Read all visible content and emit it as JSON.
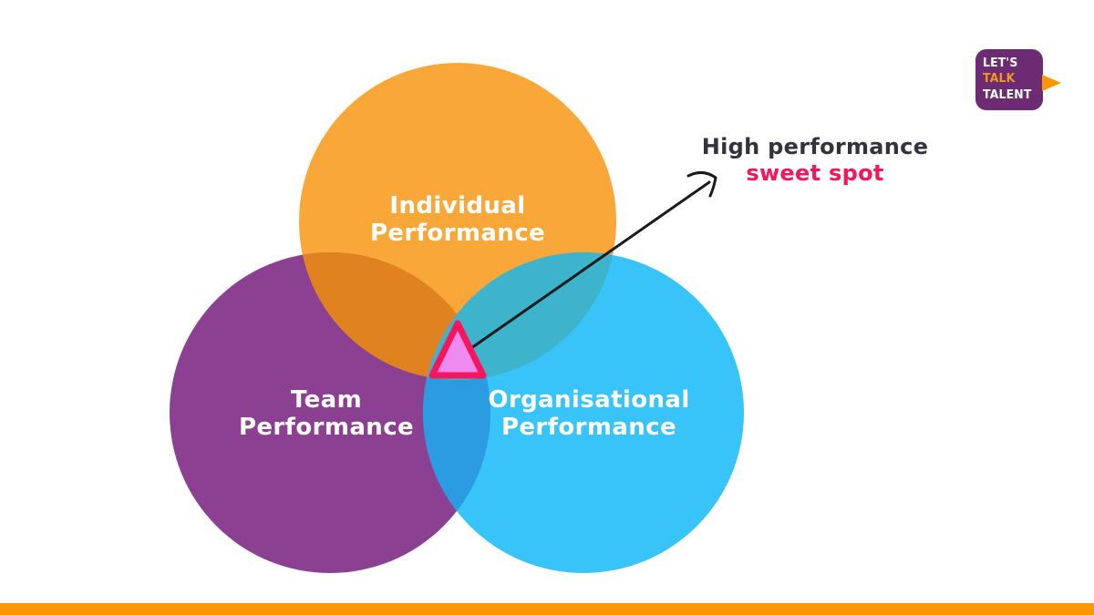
{
  "page": {
    "background": "#FFFFFF",
    "footer_bar_color": "#FB9800"
  },
  "venn": {
    "label_color": "#FFFFFF",
    "circles": [
      {
        "id": "individual",
        "label_line1": "Individual",
        "label_line2": "Performance",
        "color": "#F9A738"
      },
      {
        "id": "team",
        "label_line1": "Team",
        "label_line2": "Performance",
        "color": "#8C4092"
      },
      {
        "id": "organisational",
        "label_line1": "Organisational",
        "label_line2": "Performance",
        "color": "#38C4F8"
      }
    ],
    "overlap_colors": {
      "individual_team": "#DF821F",
      "individual_organisational": "#3EB3CC",
      "team_organisational": "#2B9BE2"
    }
  },
  "sweet_spot": {
    "triangle_fill": "#EE8BF0",
    "triangle_border": "#F8155C",
    "arrow_color": "#1A1A1A"
  },
  "annotation": {
    "line1": "High performance",
    "line2": "sweet spot",
    "line1_color": "#33323D",
    "line2_color": "#F8155C"
  },
  "logo": {
    "line1": "LET'S",
    "line2": "TALK",
    "line3": "TALENT",
    "box_color": "#6C2B72",
    "text_color": "#FFFFFF",
    "talk_color": "#F2991F",
    "pointer_color": "#FB9800"
  }
}
